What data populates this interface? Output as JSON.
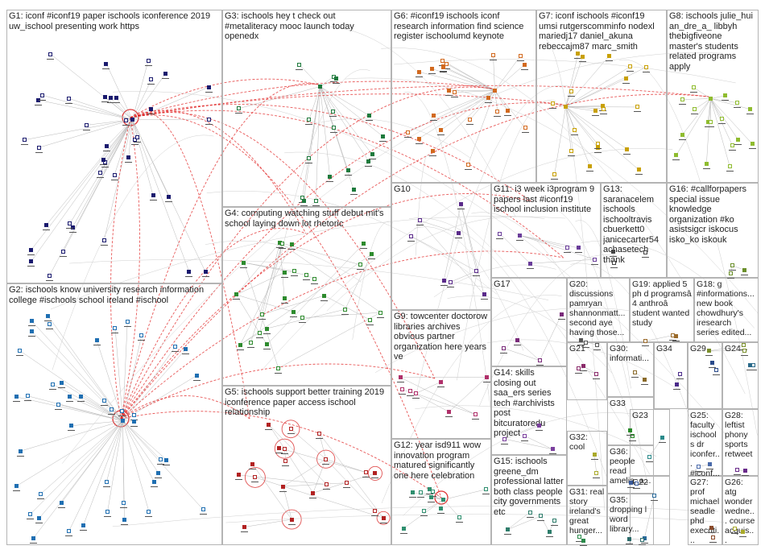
{
  "groups": [
    {
      "id": "G1",
      "label": "G1: iconf #iconf19 paper ischools iconference 2019 uw_ischool presenting work https",
      "color": "#1a1a6e",
      "nodes": 38
    },
    {
      "id": "G2",
      "label": "G2: ischools know university research information college #ischools school ireland #ischool",
      "color": "#1f6fb2",
      "nodes": 44
    },
    {
      "id": "G3",
      "label": "G3: ischools hey t check out #metaliteracy mooc launch today openedx",
      "color": "#1e7a3c",
      "nodes": 18
    },
    {
      "id": "G4",
      "label": "G4: computing watching stuff debut mit's school laying down lot rhetoric",
      "color": "#2e8b2e",
      "nodes": 26
    },
    {
      "id": "G5",
      "label": "G5: ischools support better training 2019 iconference paper access ischool relationship",
      "color": "#b22222",
      "nodes": 20
    },
    {
      "id": "G6",
      "label": "G6: #iconf19 ischools iconf research information find science register ischoolumd keynote",
      "color": "#d2691e",
      "nodes": 22
    },
    {
      "id": "G7",
      "label": "G7: iconf ischools #iconf19 umsi rutgerscomminfo nodexl mariedj17 daniel_akuna rebeccajm87 marc_smith",
      "color": "#c8a000",
      "nodes": 20
    },
    {
      "id": "G8",
      "label": "G8: ischools julie_hui an_dre_a_ libbyh thebigfiveone master's students related programs apply",
      "color": "#8fbc2f",
      "nodes": 16
    },
    {
      "id": "G9",
      "label": "G9: towcenter doctorow libraries archives obvious partner organization here years ve",
      "color": "#b0306a",
      "nodes": 8
    },
    {
      "id": "G10",
      "label": "G10",
      "color": "#5a2a8a",
      "nodes": 8
    },
    {
      "id": "G11",
      "label": "G11: i3 week i3program 9 papers last #iconf19 ischool inclusion institute",
      "color": "#6a3d9a",
      "nodes": 6
    },
    {
      "id": "G12",
      "label": "G12: year isd911 wow innovation program matured significantly one here celebration",
      "color": "#2f8f6f",
      "nodes": 10
    },
    {
      "id": "G13",
      "label": "G13: saranacelem ischools ischooltravis cbuerkett0 janicecarter54 achasetech thank",
      "color": "#444444",
      "nodes": 3
    },
    {
      "id": "G14",
      "label": "G14: skills closing out saa_ers series tech #archivists post bitcuratoredu project",
      "color": "#7b3f9e",
      "nodes": 4
    },
    {
      "id": "G15",
      "label": "G15: ischools greene_dm professional latter both class people city governments etc",
      "color": "#2e7d6b",
      "nodes": 5
    },
    {
      "id": "G16",
      "label": "G16: #callforpapers special issue knowledge organization #ko asistsigcr iskocus isko_ko iskouk",
      "color": "#6a8f2a",
      "nodes": 3
    },
    {
      "id": "G17",
      "label": "G17",
      "color": "#7a2a7a",
      "nodes": 4
    },
    {
      "id": "G18",
      "label": "G18: g #informations... new book chowdhury's iresearch series edited...",
      "color": "#7a8f2a",
      "nodes": 3
    },
    {
      "id": "G19",
      "label": "G19: applied 5 ph d programsâ 4 anthroâ student wanted study",
      "color": "#9a6a2a",
      "nodes": 3
    },
    {
      "id": "G20",
      "label": "G20: discussions pamryan shannonmatt... second aye having those...",
      "color": "#555555",
      "nodes": 3
    },
    {
      "id": "G21",
      "label": "G21",
      "color": "#8a2a6a",
      "nodes": 3
    },
    {
      "id": "G22",
      "label": "G22",
      "color": "#2a6a9a",
      "nodes": 2
    },
    {
      "id": "G23",
      "label": "G23",
      "color": "#2a8a8a",
      "nodes": 2
    },
    {
      "id": "G24",
      "label": "G24",
      "color": "#2a6a8a",
      "nodes": 2
    },
    {
      "id": "G25",
      "label": "G25: faculty ischools dr iconfer... #iconf...",
      "color": "#4a6aaa",
      "nodes": 2
    },
    {
      "id": "G26",
      "label": "G26: atg wonder wedne... course acquis...",
      "color": "#aaaa2a",
      "nodes": 2
    },
    {
      "id": "G27",
      "label": "G27: prof michael seadle phd executi...",
      "color": "#8a4a2a",
      "nodes": 2
    },
    {
      "id": "G28",
      "label": "G28: leftist phony sports retweet",
      "color": "#6a2a8a",
      "nodes": 2
    },
    {
      "id": "G29",
      "label": "G29",
      "color": "#2a4a8a",
      "nodes": 2
    },
    {
      "id": "G30",
      "label": "G30: informati...",
      "color": "#8a6a2a",
      "nodes": 2
    },
    {
      "id": "G31",
      "label": "G31: real story ireland's great hunger...",
      "color": "#2a8a4a",
      "nodes": 2
    },
    {
      "id": "G32",
      "label": "G32: cool",
      "color": "#aaaa2a",
      "nodes": 2
    },
    {
      "id": "G33",
      "label": "G33",
      "color": "#2a8a2a",
      "nodes": 2
    },
    {
      "id": "G34",
      "label": "G34",
      "color": "#4a2a8a",
      "nodes": 2
    },
    {
      "id": "G35",
      "label": "G35: dropping l word library...",
      "color": "#2a6a6a",
      "nodes": 2
    },
    {
      "id": "G36",
      "label": "G36: people read amelia_a...",
      "color": "#3a5a9a",
      "nodes": 2
    }
  ]
}
